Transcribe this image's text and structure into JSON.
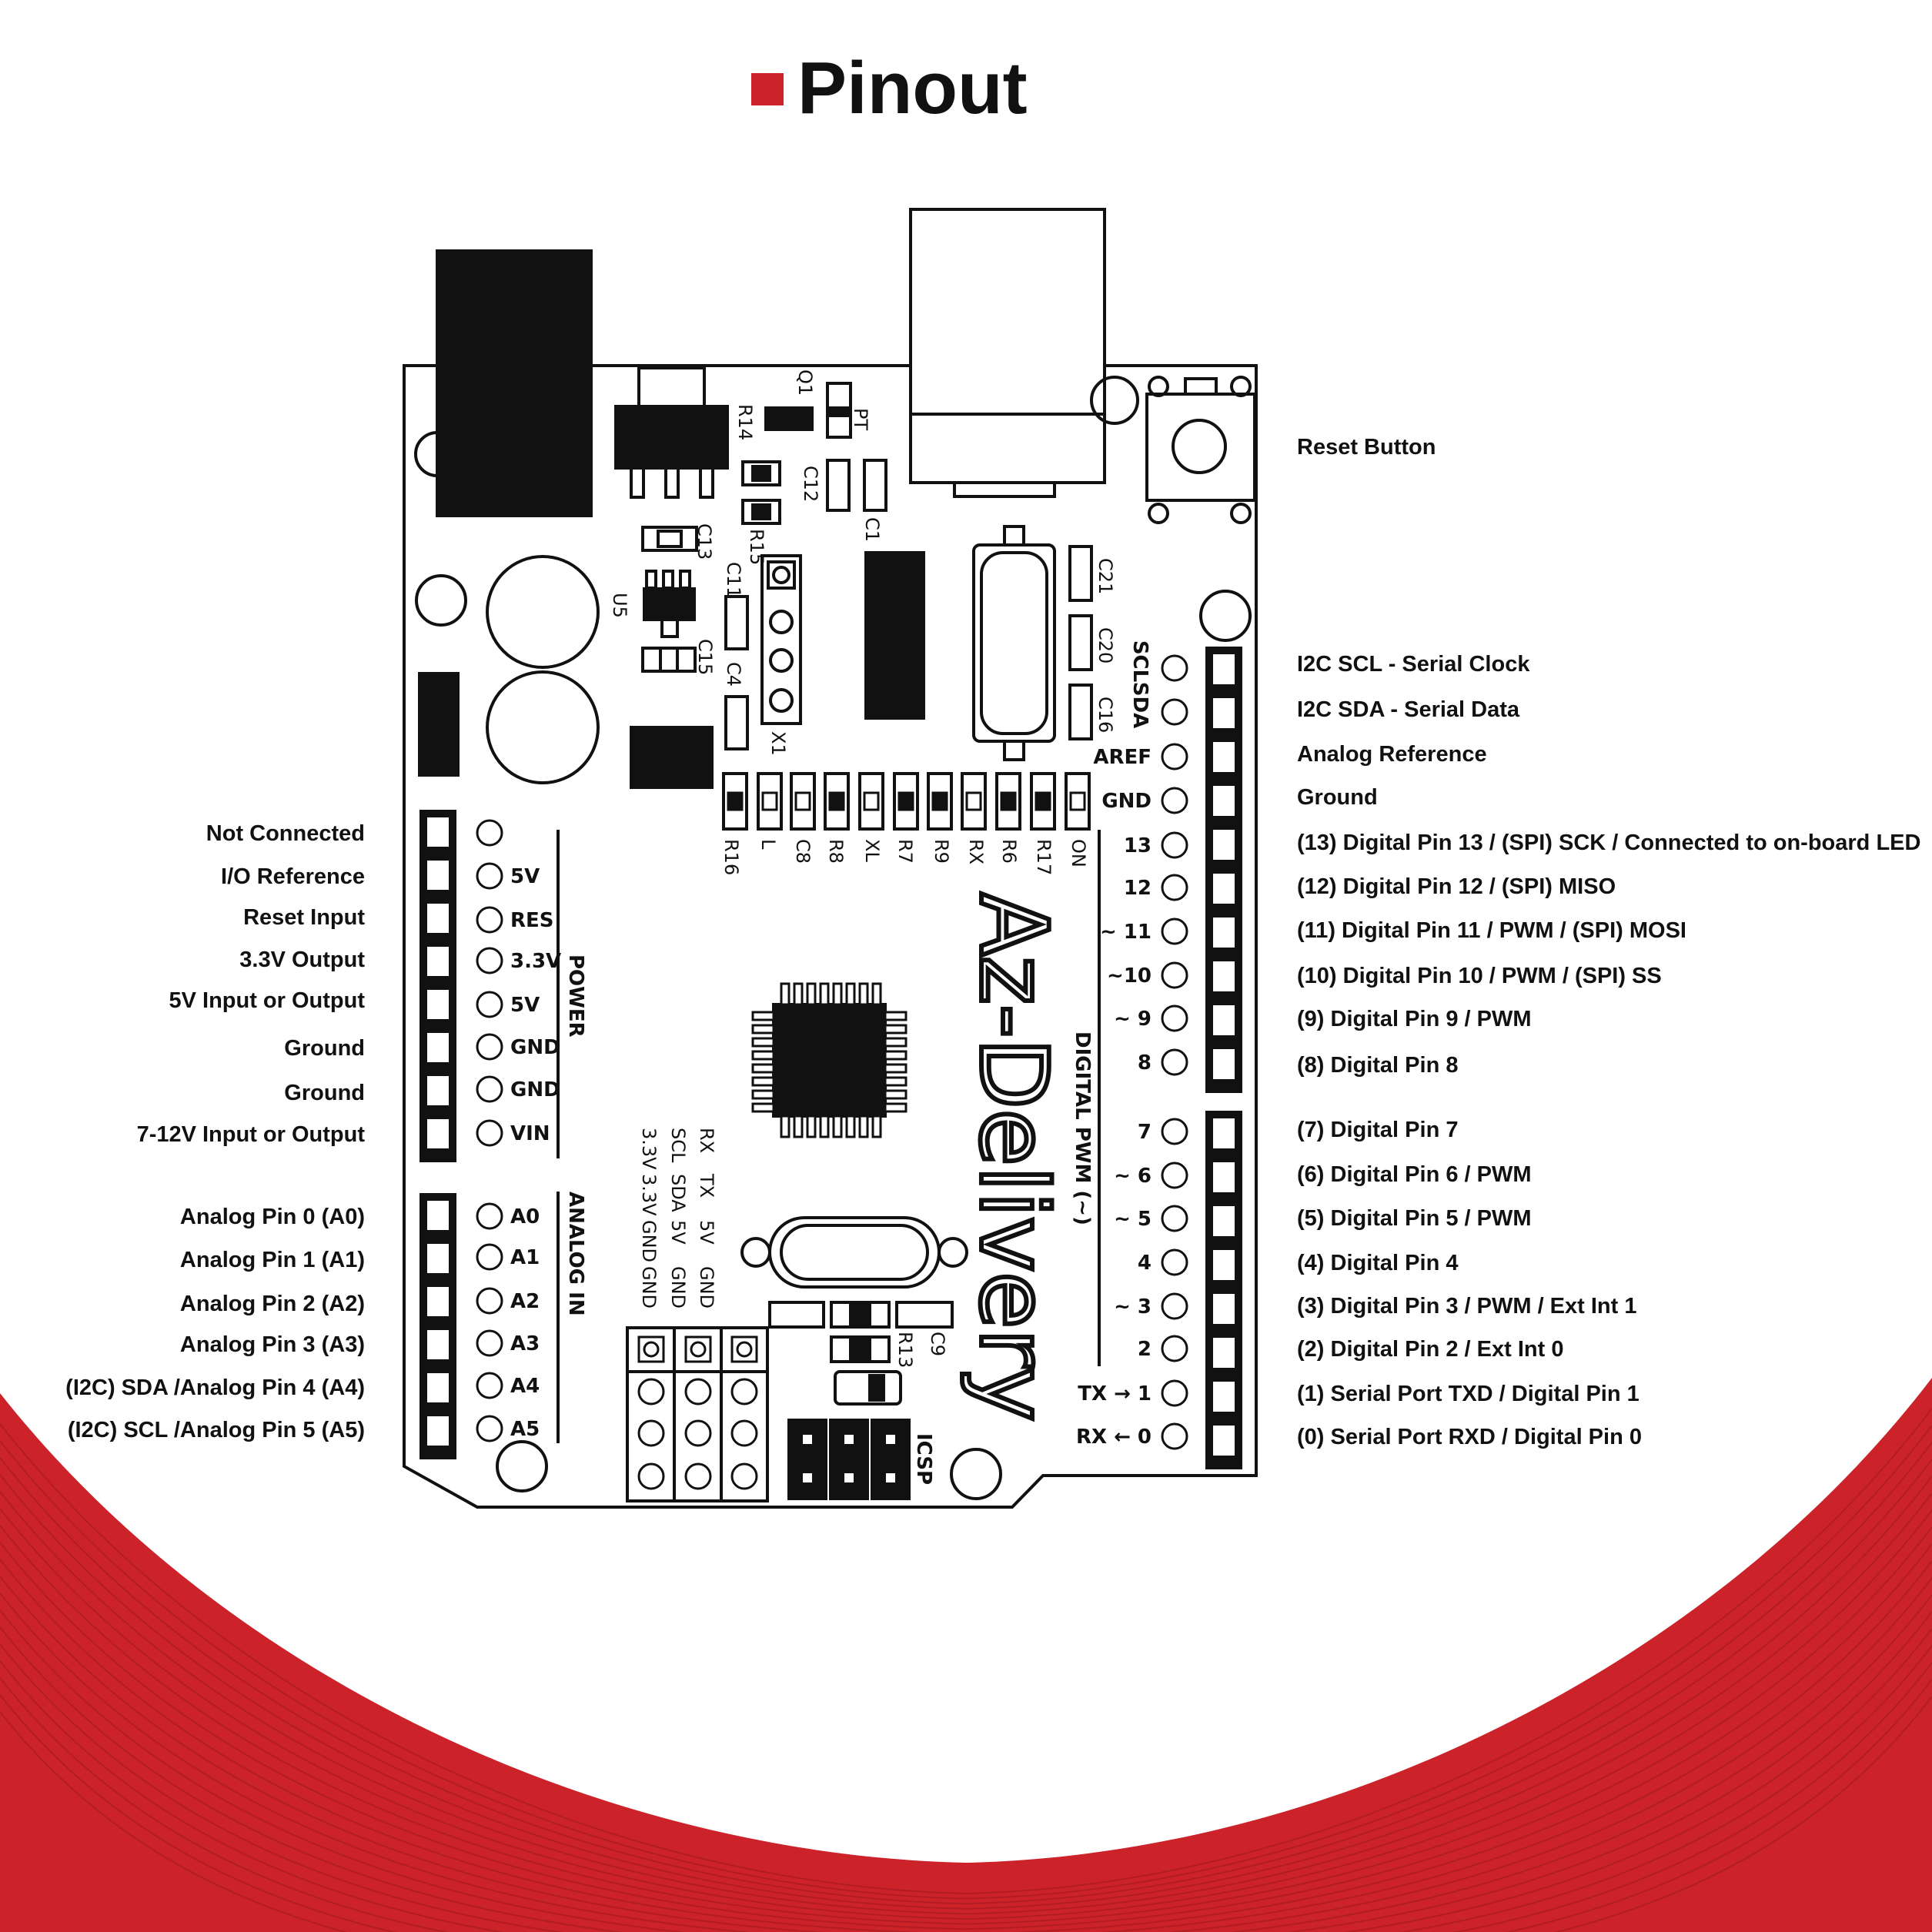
{
  "title": "Pinout",
  "colors": {
    "accent": "#cc2229",
    "board_stroke": "#111111",
    "wave": "#b71f25"
  },
  "brand": "Az-Delivery",
  "right_labels": [
    "Reset Button",
    "I2C SCL - Serial Clock",
    "I2C SDA - Serial Data",
    "Analog Reference",
    "Ground",
    "(13) Digital Pin 13 / (SPI) SCK / Connected to on-board LED",
    "(12) Digital Pin 12 / (SPI) MISO",
    "(11) Digital Pin 11 / PWM / (SPI) MOSI",
    "(10) Digital Pin 10 / PWM / (SPI) SS",
    "(9) Digital Pin 9 / PWM",
    "(8) Digital Pin 8",
    "(7) Digital Pin 7",
    "(6) Digital Pin 6 / PWM",
    "(5) Digital Pin 5 / PWM",
    "(4) Digital Pin 4",
    "(3) Digital Pin 3 / PWM / Ext Int 1",
    "(2) Digital Pin 2 / Ext Int 0",
    "(1) Serial Port TXD / Digital Pin 1",
    "(0) Serial Port RXD / Digital Pin 0"
  ],
  "left_labels": [
    "Not Connected",
    "I/O Reference",
    "Reset Input",
    "3.3V Output",
    "5V Input or Output",
    "Ground",
    "Ground",
    "7-12V Input or Output",
    "Analog Pin 0 (A0)",
    "Analog Pin 1 (A1)",
    "Analog Pin 2 (A2)",
    "Analog Pin 3 (A3)",
    "(I2C) SDA /Analog Pin 4 (A4)",
    "(I2C) SCL /Analog Pin 5 (A5)"
  ],
  "power_pins": [
    "",
    "5V",
    "RES",
    "3.3V",
    "5V",
    "GND",
    "GND",
    "VIN"
  ],
  "analog_pins": [
    "A0",
    "A1",
    "A2",
    "A3",
    "A4",
    "A5"
  ],
  "digital_pins_top": [
    "SCL",
    "SDA",
    "AREF",
    "GND",
    "13",
    "12",
    "~ 11",
    "~10",
    "~ 9",
    "8"
  ],
  "digital_pins_bottom": [
    "7",
    "~ 6",
    "~ 5",
    "4",
    "~ 3",
    "2",
    "TX → 1",
    "RX ← 0"
  ],
  "section_labels": {
    "power": "POWER",
    "analog": "ANALOG IN",
    "digital": "DIGITAL PWM (~)",
    "icsp": "ICSP"
  },
  "component_labels": [
    "Q1",
    "PT",
    "R14",
    "C12",
    "C1",
    "R15",
    "C13",
    "C11",
    "U5",
    "C15",
    "C4",
    "X1",
    "C21",
    "C20",
    "C16",
    "R16",
    "L",
    "C8",
    "R8",
    "XL",
    "R7",
    "R9",
    "RX",
    "R6",
    "R17",
    "ON",
    "R13",
    "C9"
  ],
  "header_cols": [
    [
      "RX",
      "TX",
      "5V",
      "GND"
    ],
    [
      "SCL",
      "SDA",
      "5V",
      "GND"
    ],
    [
      "3.3V",
      "3.3V",
      "GND",
      "GND"
    ]
  ]
}
